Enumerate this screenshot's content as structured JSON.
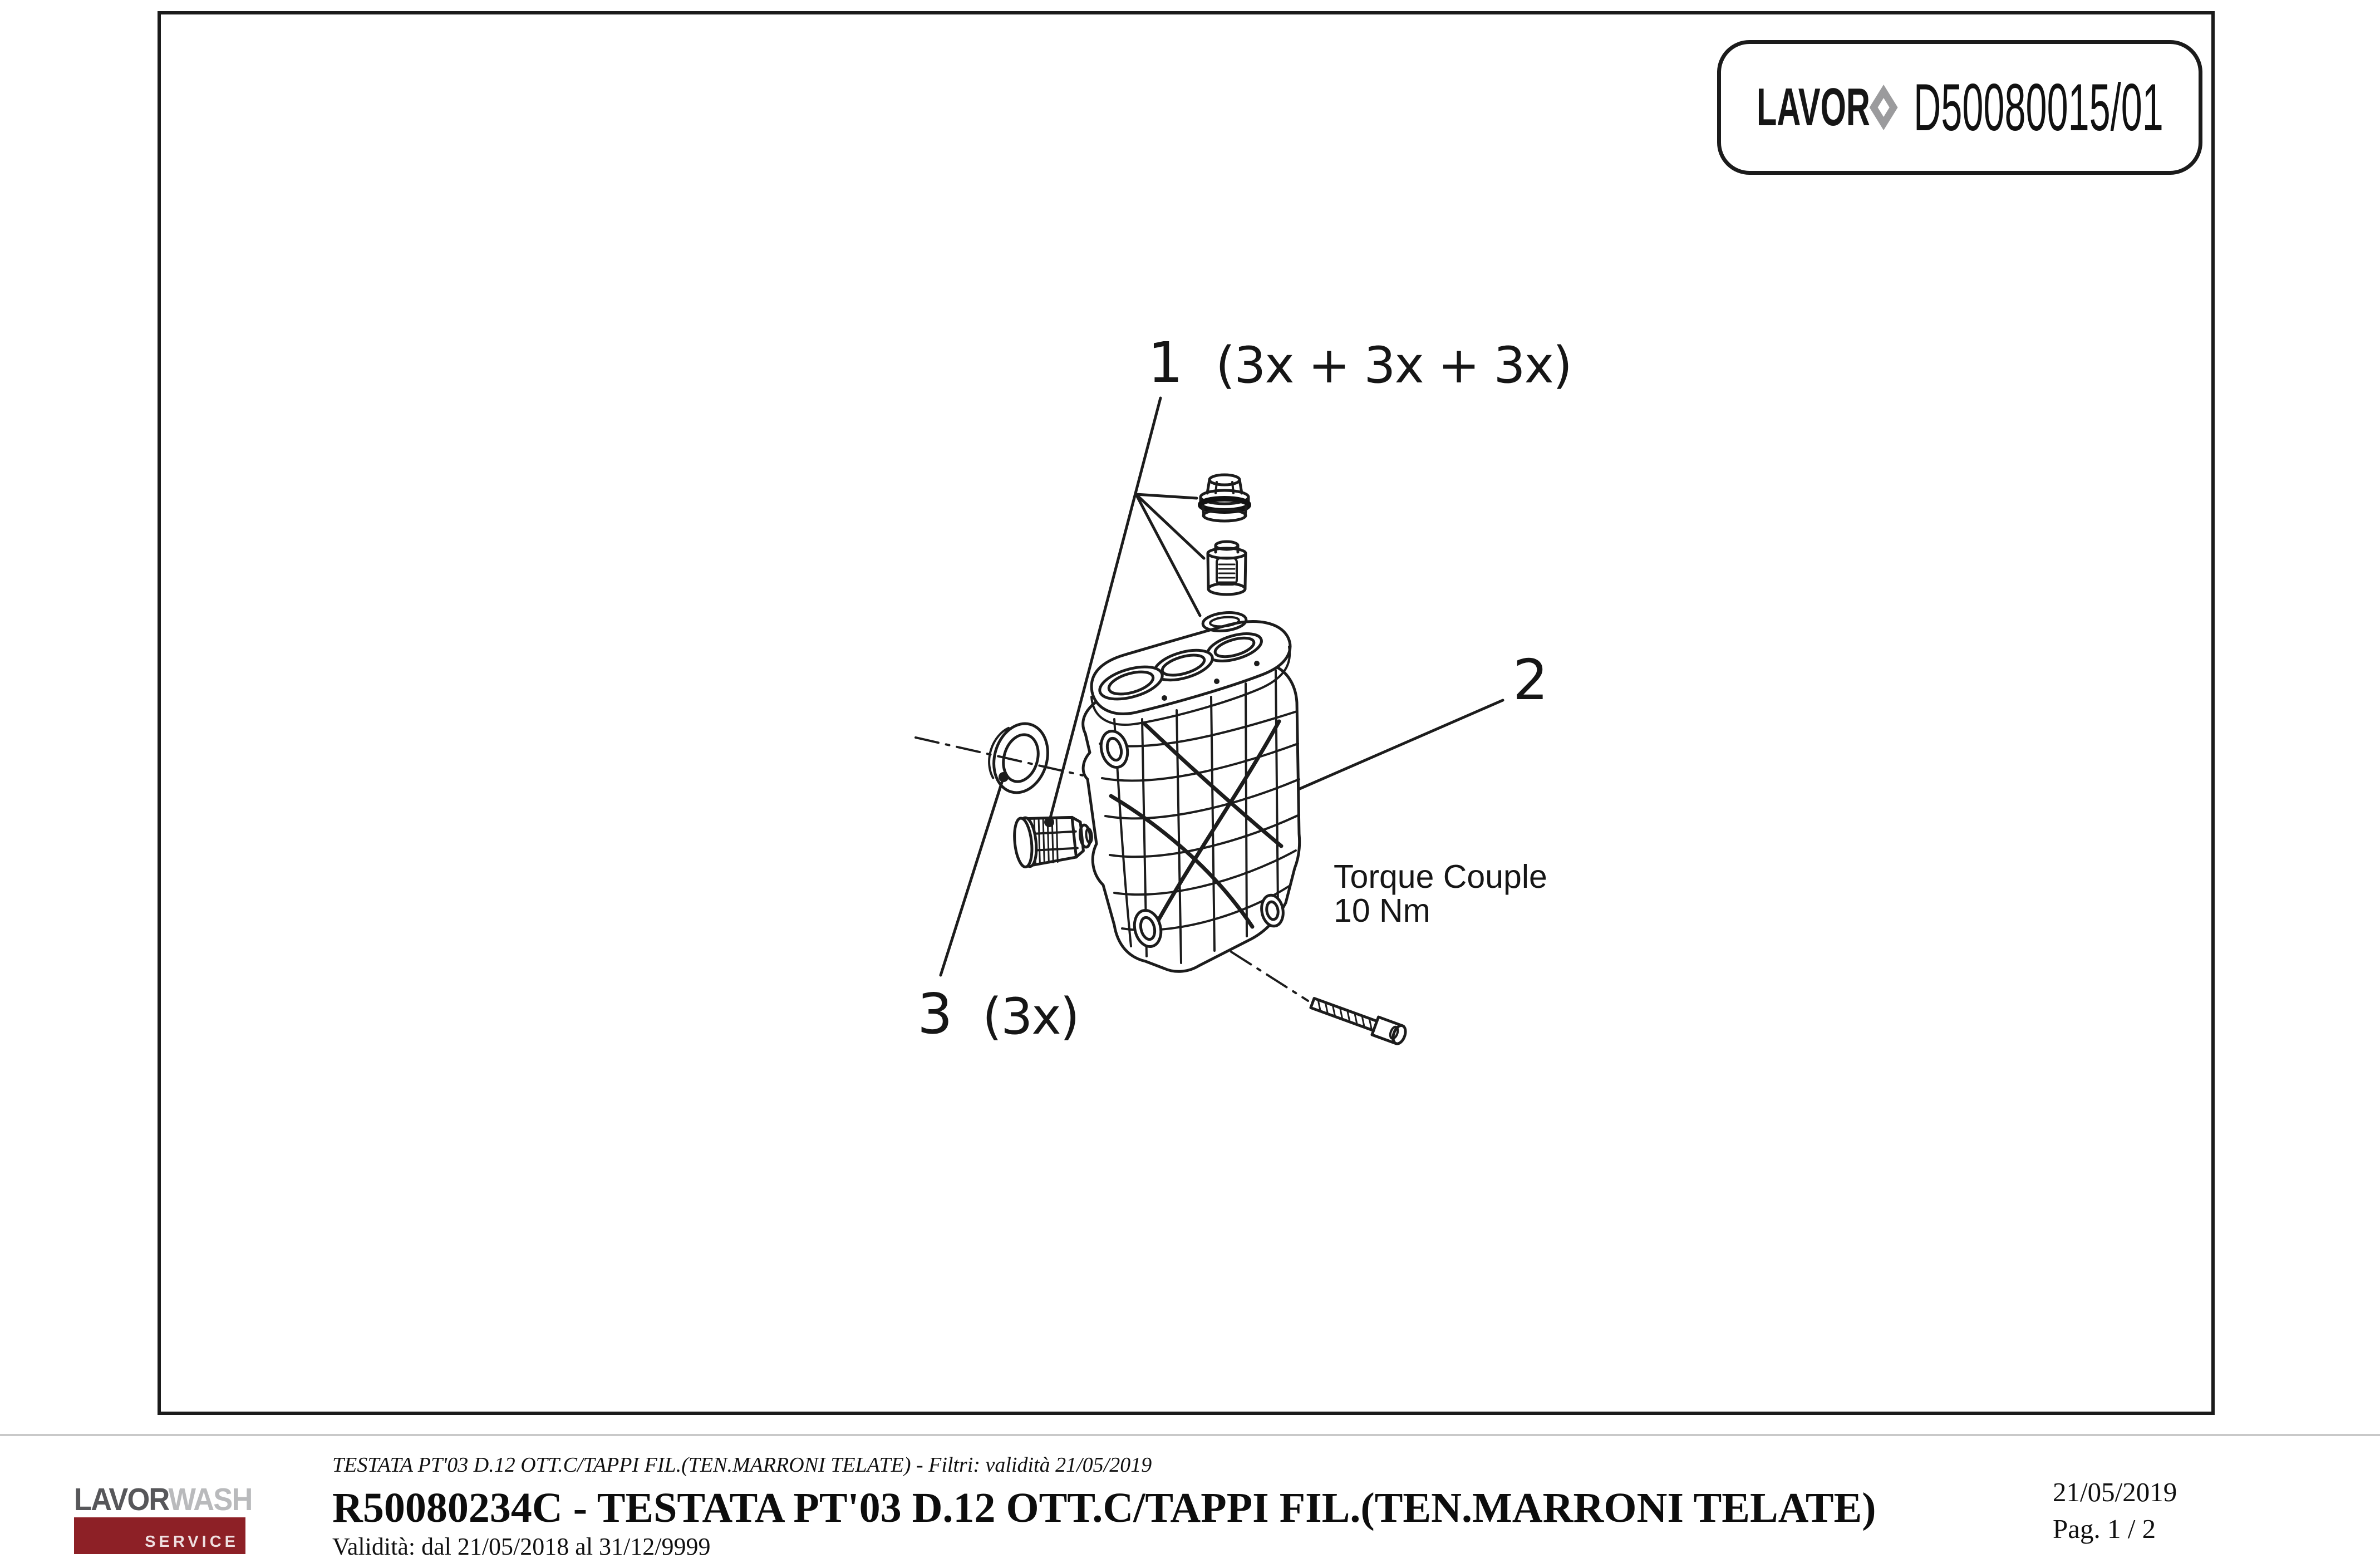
{
  "drawing_box": {
    "brand": "LAVOR",
    "code": "D50080015/01"
  },
  "callouts": {
    "c1": {
      "num": "1",
      "qty": "(3x + 3x + 3x)"
    },
    "c2": {
      "num": "2"
    },
    "c3": {
      "num": "3",
      "qty": "(3x)"
    }
  },
  "torque_note": "Torque Couple\n10 Nm",
  "footer": {
    "filter_line": "TESTATA PT'03 D.12 OTT.C/TAPPI FIL.(TEN.MARRONI TELATE) - Filtri: validità 21/05/2019",
    "title": "R50080234C - TESTATA PT'03 D.12 OTT.C/TAPPI FIL.(TEN.MARRONI TELATE)",
    "validity": "Validità: dal 21/05/2018 al 31/12/9999",
    "date": "21/05/2019",
    "page": "Pag. 1 / 2",
    "logo": {
      "part1": "LAVOR",
      "part2": "WASH",
      "sub": "SERVICE"
    }
  },
  "colors": {
    "line": "#1c1c1c",
    "accent_red": "#8d2026",
    "logo_gray": "#57575a",
    "logo_light_gray": "#b9babc",
    "rule_gray": "#c9c9c9"
  }
}
